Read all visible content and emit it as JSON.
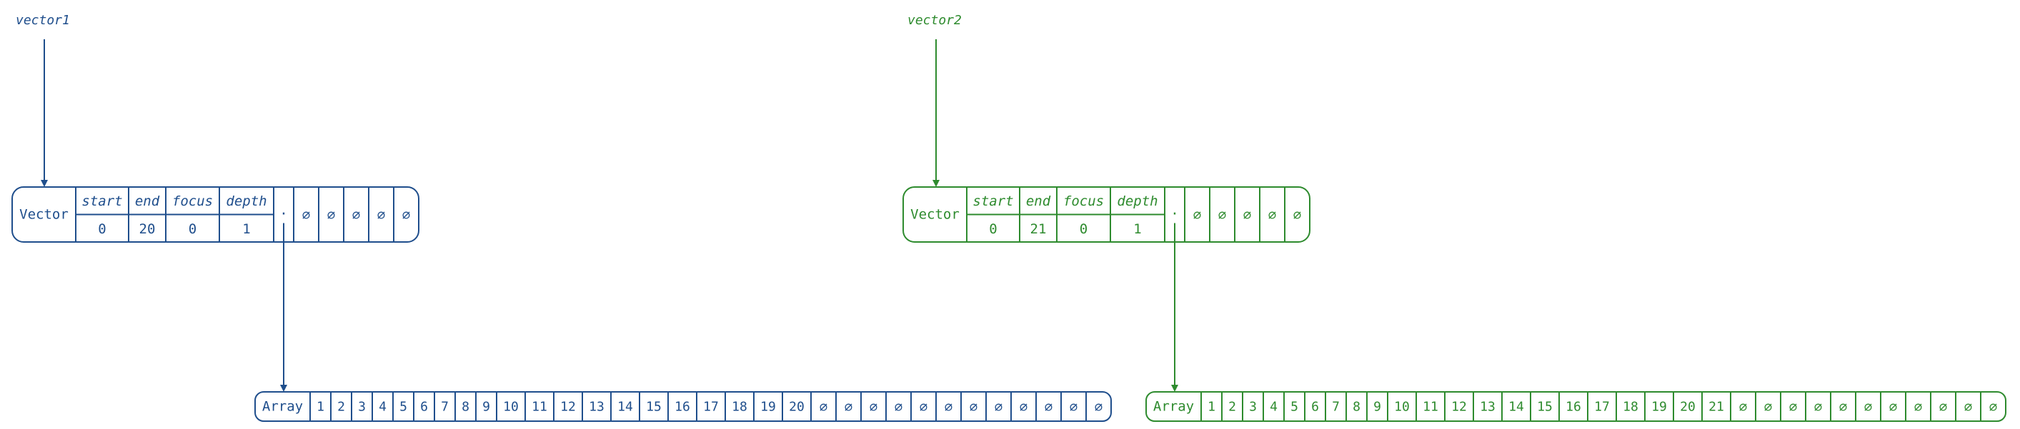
{
  "diagrams": [
    {
      "variable": "vector1",
      "color": "#1f4e8c",
      "vector": {
        "type_name": "Vector",
        "fields": [
          {
            "header": "start",
            "value": "0"
          },
          {
            "header": "end",
            "value": "20"
          },
          {
            "header": "focus",
            "value": "0"
          },
          {
            "header": "depth",
            "value": "1"
          }
        ],
        "pointer_symbol": "·",
        "null_slots": [
          "∅",
          "∅",
          "∅",
          "∅",
          "∅"
        ]
      },
      "array": {
        "type_name": "Array",
        "cells": [
          "1",
          "2",
          "3",
          "4",
          "5",
          "6",
          "7",
          "8",
          "9",
          "10",
          "11",
          "12",
          "13",
          "14",
          "15",
          "16",
          "17",
          "18",
          "19",
          "20",
          "∅",
          "∅",
          "∅",
          "∅",
          "∅",
          "∅",
          "∅",
          "∅",
          "∅",
          "∅",
          "∅",
          "∅"
        ]
      }
    },
    {
      "variable": "vector2",
      "color": "#2e8b2e",
      "vector": {
        "type_name": "Vector",
        "fields": [
          {
            "header": "start",
            "value": "0"
          },
          {
            "header": "end",
            "value": "21"
          },
          {
            "header": "focus",
            "value": "0"
          },
          {
            "header": "depth",
            "value": "1"
          }
        ],
        "pointer_symbol": "·",
        "null_slots": [
          "∅",
          "∅",
          "∅",
          "∅",
          "∅"
        ]
      },
      "array": {
        "type_name": "Array",
        "cells": [
          "1",
          "2",
          "3",
          "4",
          "5",
          "6",
          "7",
          "8",
          "9",
          "10",
          "11",
          "12",
          "13",
          "14",
          "15",
          "16",
          "17",
          "18",
          "19",
          "20",
          "21",
          "∅",
          "∅",
          "∅",
          "∅",
          "∅",
          "∅",
          "∅",
          "∅",
          "∅",
          "∅",
          "∅"
        ]
      }
    }
  ]
}
